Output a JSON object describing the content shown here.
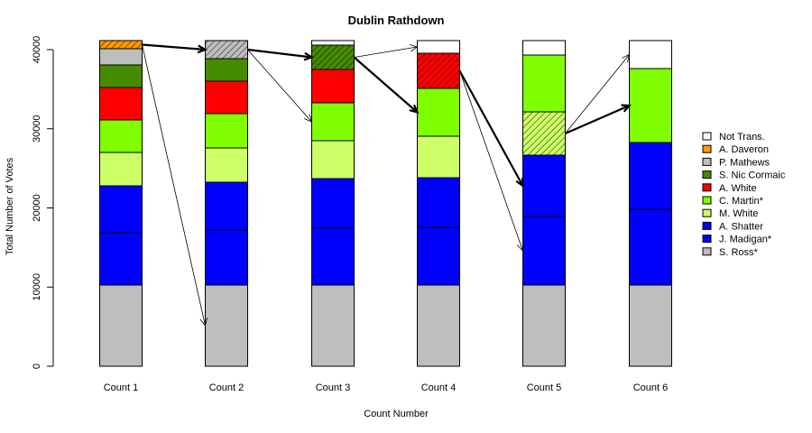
{
  "chart_data": {
    "type": "bar",
    "stacked": true,
    "title": "Dublin Rathdown",
    "xlabel": "Count Number",
    "ylabel": "Total Number of Votes",
    "ylim": [
      0,
      40000
    ],
    "yticks": [
      0,
      10000,
      20000,
      30000,
      40000
    ],
    "ytick_labels": [
      "0",
      "10000",
      "20000",
      "30000",
      "40000"
    ],
    "grid": false,
    "legend_position": "right",
    "categories": [
      "Count 1",
      "Count 2",
      "Count 3",
      "Count 4",
      "Count 5",
      "Count 6"
    ],
    "series": [
      {
        "name": "S. Ross*",
        "color": "#BEBEBE",
        "values": [
          10256,
          10256,
          10256,
          10256,
          10256,
          10256
        ]
      },
      {
        "name": "J. Madigan*",
        "color": "#0000FF",
        "values": [
          6610,
          6952,
          7180,
          7294,
          8661,
          9573
        ]
      },
      {
        "name": "A. Shatter",
        "color": "#0000FF",
        "values": [
          5926,
          6040,
          6268,
          6268,
          7750,
          8433
        ]
      },
      {
        "name": "M. White",
        "color": "#CCFF66",
        "values": [
          4217,
          4330,
          4786,
          5242,
          5470,
          0
        ]
      },
      {
        "name": "C. Martin*",
        "color": "#7FFF00",
        "values": [
          4102,
          4331,
          4786,
          6040,
          7179,
          9345
        ]
      },
      {
        "name": "A. White",
        "color": "#FF0000",
        "values": [
          4103,
          4102,
          4217,
          4444,
          0,
          0
        ]
      },
      {
        "name": "S. Nic Cormaic",
        "color": "#458B00",
        "values": [
          2849,
          2849,
          3077,
          0,
          0,
          0
        ]
      },
      {
        "name": "P. Mathews",
        "color": "#BEBEBE",
        "values": [
          2051,
          2280,
          0,
          0,
          0,
          0
        ]
      },
      {
        "name": "A. Daveron",
        "color": "#FF9900",
        "values": [
          1026,
          0,
          0,
          0,
          0,
          0
        ]
      },
      {
        "name": "Not Trans.",
        "color": "#FFFFFF",
        "values": [
          0,
          0,
          570,
          1596,
          1824,
          3533
        ]
      }
    ],
    "eliminated": [
      {
        "count": "Count 1",
        "series": "A. Daveron"
      },
      {
        "count": "Count 2",
        "series": "P. Mathews"
      },
      {
        "count": "Count 3",
        "series": "S. Nic Cormaic"
      },
      {
        "count": "Count 4",
        "series": "A. White"
      },
      {
        "count": "Count 5",
        "series": "M. White"
      }
    ],
    "transfers": [
      {
        "from_count": 0,
        "to_count": 1,
        "from_series": "A. Daveron",
        "to_series": "P. Mathews",
        "size": "large"
      },
      {
        "from_count": 0,
        "to_count": 1,
        "from_series": "A. Daveron",
        "to_series": "S. Ross*",
        "size": "small"
      },
      {
        "from_count": 1,
        "to_count": 2,
        "from_series": "P. Mathews",
        "to_series": "S. Nic Cormaic",
        "size": "large"
      },
      {
        "from_count": 1,
        "to_count": 2,
        "from_series": "P. Mathews",
        "to_series": "C. Martin*",
        "size": "small"
      },
      {
        "from_count": 2,
        "to_count": 3,
        "from_series": "S. Nic Cormaic",
        "to_series": "Not Trans.",
        "size": "small"
      },
      {
        "from_count": 2,
        "to_count": 3,
        "from_series": "S. Nic Cormaic",
        "to_series": "C. Martin*",
        "size": "large"
      },
      {
        "from_count": 3,
        "to_count": 4,
        "from_series": "A. White",
        "to_series": "A. Shatter",
        "size": "large"
      },
      {
        "from_count": 3,
        "to_count": 4,
        "from_series": "A. White",
        "to_series": "J. Madigan*",
        "size": "small"
      },
      {
        "from_count": 4,
        "to_count": 5,
        "from_series": "M. White",
        "to_series": "Not Trans.",
        "size": "small"
      },
      {
        "from_count": 4,
        "to_count": 5,
        "from_series": "M. White",
        "to_series": "C. Martin*",
        "size": "large"
      }
    ],
    "legend_order": [
      "Not Trans.",
      "A. Daveron",
      "P. Mathews",
      "S. Nic Cormaic",
      "A. White",
      "C. Martin*",
      "M. White",
      "A. Shatter",
      "J. Madigan*",
      "S. Ross*"
    ]
  }
}
